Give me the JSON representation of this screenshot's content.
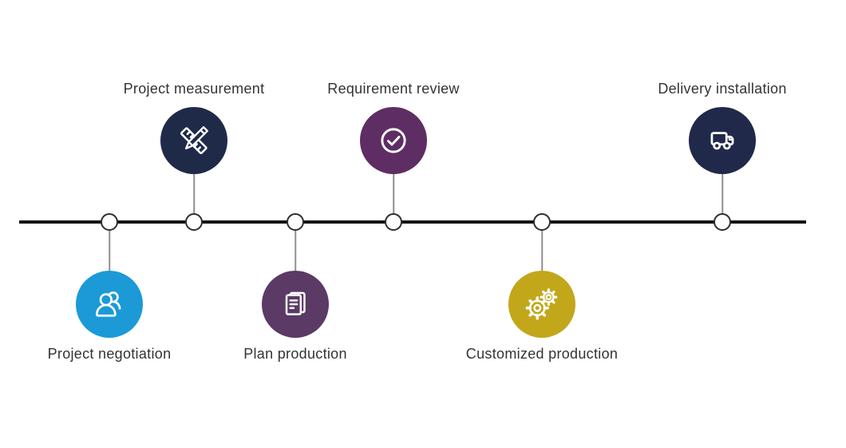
{
  "timeline": {
    "line_color": "#141414",
    "node_fill": "#ffffff",
    "node_border": "#2e2e2e",
    "connector_color": "#8f8f8f",
    "label_color": "#333333"
  },
  "steps": [
    {
      "label": "Project negotiation",
      "icon": "users-icon",
      "color": "#1b9ad7",
      "side": "below"
    },
    {
      "label": "Project measurement",
      "icon": "ruler-pencil-icon",
      "color": "#1f2a49",
      "side": "above"
    },
    {
      "label": "Plan production",
      "icon": "document-icon",
      "color": "#5b3a66",
      "side": "below"
    },
    {
      "label": "Requirement review",
      "icon": "check-circle-icon",
      "color": "#5e2d64",
      "side": "above"
    },
    {
      "label": "Customized production",
      "icon": "gears-icon",
      "color": "#c2a71b",
      "side": "below"
    },
    {
      "label": "Delivery installation",
      "icon": "truck-icon",
      "color": "#20294a",
      "side": "above"
    }
  ]
}
